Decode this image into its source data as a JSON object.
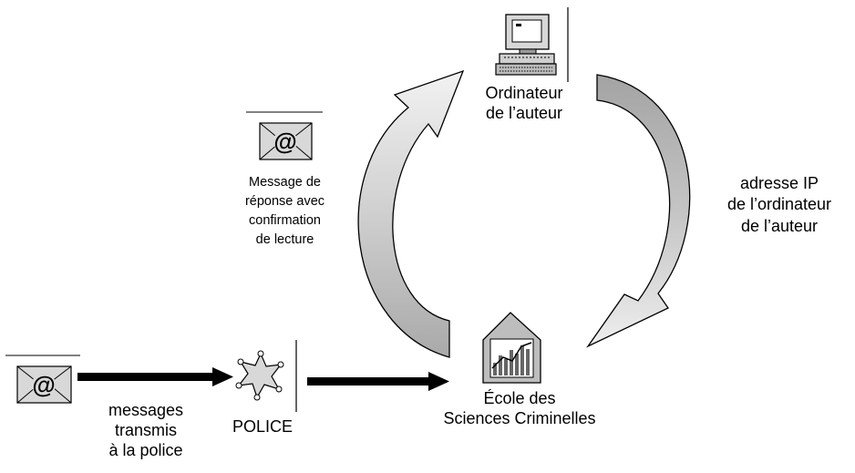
{
  "labels": {
    "ordinateur": [
      "Ordinateur",
      "de l’auteur"
    ],
    "message": [
      "Message de",
      "réponse avec",
      "confirmation",
      "de lecture"
    ],
    "adresse": [
      "adresse IP",
      "de l’ordinateur",
      "de l’auteur"
    ],
    "ecole": [
      "École des",
      "Sciences Criminelles"
    ],
    "police": "POLICE",
    "transmis": [
      "messages",
      "transmis",
      "à la police"
    ]
  },
  "icons": {
    "computer": "computer-icon",
    "mail_reply": "email-at-icon",
    "mail_incoming": "email-at-icon",
    "police": "police-star-icon",
    "school": "school-chart-icon",
    "at_symbol": "@"
  },
  "colors": {
    "arrow_fill_dark": "#a8a8a8",
    "arrow_fill_light": "#e6e6e6",
    "envelope_fill": "#d8d8d8",
    "stroke": "#000000"
  }
}
